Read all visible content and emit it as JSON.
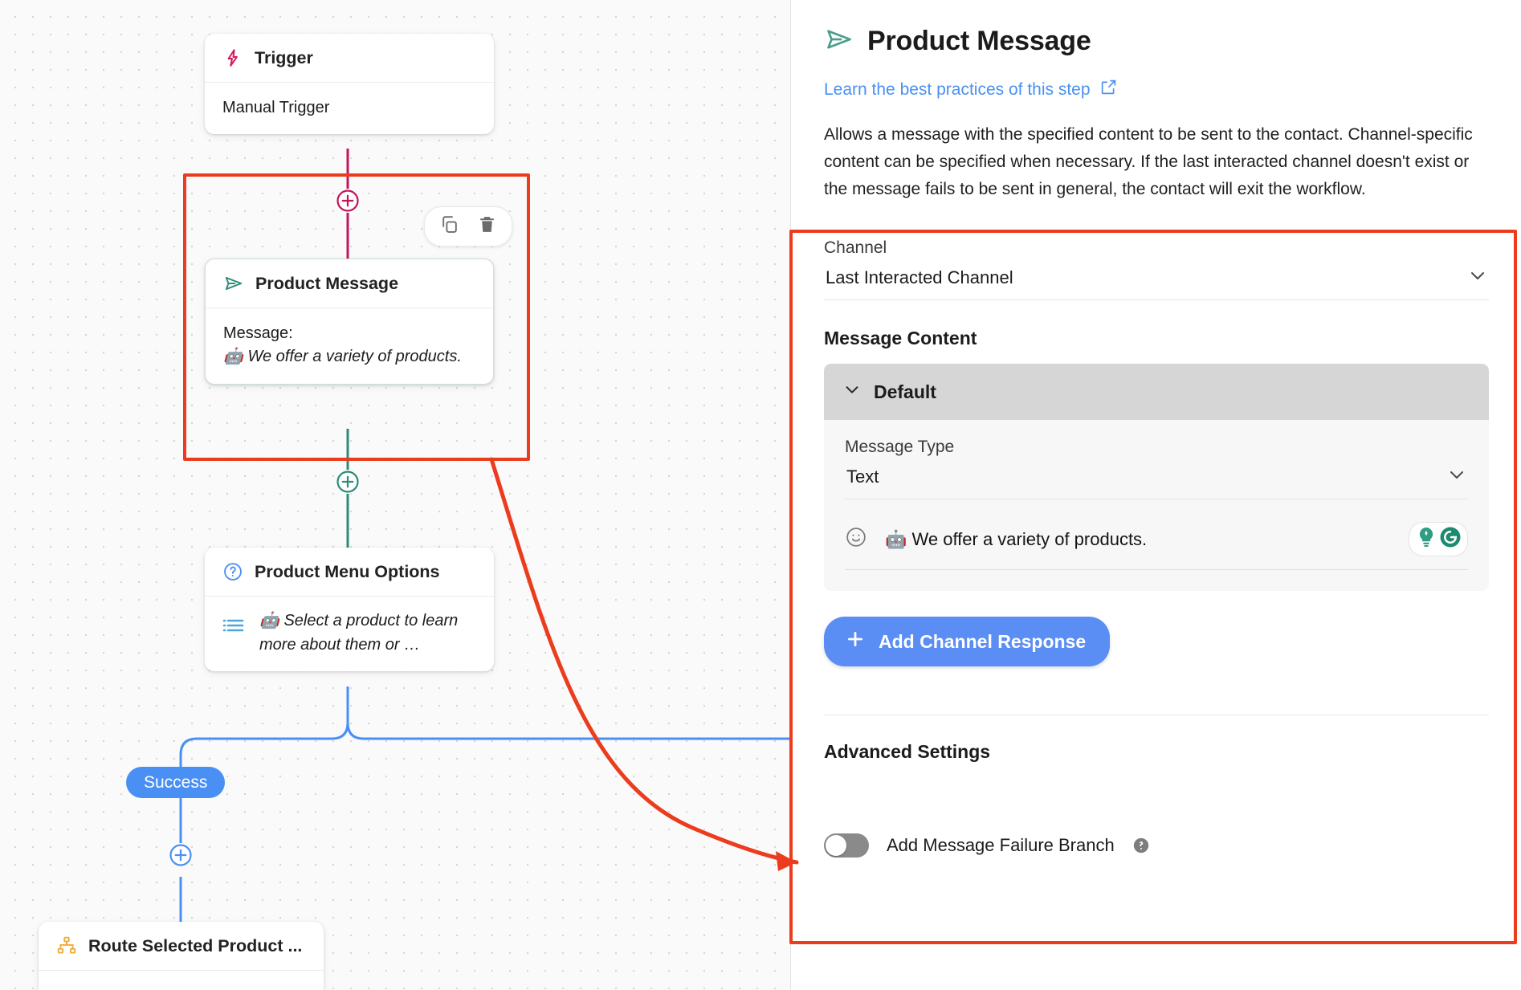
{
  "canvas": {
    "nodes": [
      {
        "id": "trigger",
        "icon": "lightning-icon",
        "title": "Trigger",
        "body_text": "Manual Trigger"
      },
      {
        "id": "product-message",
        "icon": "send-icon",
        "title": "Product Message",
        "body_label": "Message:",
        "body_text": "🤖 We offer a variety of products."
      },
      {
        "id": "product-menu-options",
        "icon": "question-circle-icon",
        "title": "Product Menu Options",
        "body_text": "🤖 Select a product to learn more about them or …"
      },
      {
        "id": "route-selected-product",
        "icon": "sitemap-icon",
        "title": "Route Selected Product ..."
      }
    ],
    "badges": [
      {
        "label": "Success",
        "color": "#4a90f4"
      }
    ],
    "toolbar": {
      "copy_icon": "copy-icon",
      "delete_icon": "trash-icon"
    },
    "add_icon": "plus-circle-icon"
  },
  "panel": {
    "icon": "send-icon",
    "title": "Product Message",
    "link_text": "Learn the best practices of this step",
    "link_icon": "external-link-icon",
    "description": "Allows a message with the specified content to be sent to the contact. Channel-specific content can be specified when necessary. If the last interacted channel doesn't exist or the message fails to be sent in general, the contact will exit the workflow.",
    "channel": {
      "label": "Channel",
      "value": "Last Interacted Channel",
      "chevron_icon": "chevron-down-icon"
    },
    "message_content": {
      "section_label": "Message Content",
      "accordion": {
        "label": "Default",
        "chevron_icon": "chevron-down-icon",
        "message_type": {
          "label": "Message Type",
          "value": "Text",
          "chevron_icon": "chevron-down-icon"
        },
        "message_row": {
          "emoji_icon": "smiley-icon",
          "text": "🤖 We offer a variety of products.",
          "suggest_icon": "lightbulb-ai-icon",
          "rewrite_icon": "grammarly-icon"
        }
      },
      "add_button": {
        "label": "Add Channel Response",
        "icon": "plus-icon",
        "color": "#5b8ef4"
      }
    },
    "advanced_settings": {
      "label": "Advanced Settings",
      "failure_branch": {
        "label": "Add Message Failure Branch",
        "toggle_state": "off",
        "help_icon": "help-circle-icon"
      }
    }
  },
  "annotations": {
    "highlight_color": "#eb3c1e",
    "boxes": [
      {
        "name": "canvas-node-highlight"
      },
      {
        "name": "panel-settings-highlight"
      }
    ],
    "arrow": {
      "name": "callout-arrow"
    }
  }
}
